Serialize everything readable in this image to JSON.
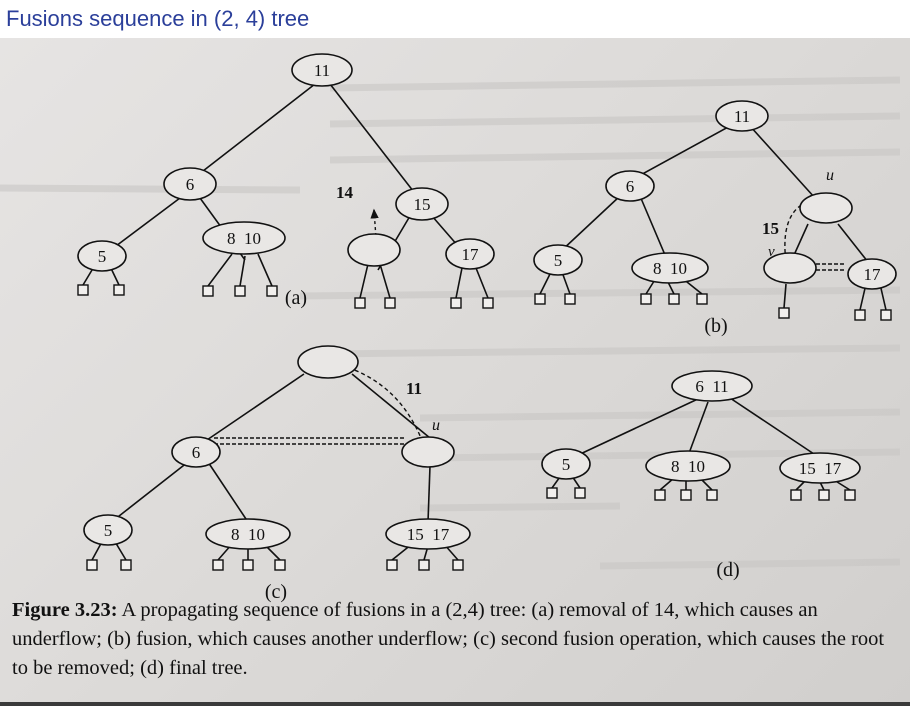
{
  "slide": {
    "title": "Fusions sequence in (2, 4) tree",
    "title_color": "#2b3f9a"
  },
  "figure": {
    "panels": [
      {
        "id": "a",
        "label": "(a)",
        "nodes": [
          {
            "id": "a-root",
            "keys": "11"
          },
          {
            "id": "a-6",
            "keys": "6"
          },
          {
            "id": "a-15",
            "keys": "15"
          },
          {
            "id": "a-5",
            "keys": "5"
          },
          {
            "id": "a-8-10",
            "keys": "8  10"
          },
          {
            "id": "a-empty",
            "keys": ""
          },
          {
            "id": "a-17",
            "keys": "17"
          }
        ],
        "annotations": [
          "14"
        ]
      },
      {
        "id": "b",
        "label": "(b)",
        "nodes": [
          {
            "id": "b-root",
            "keys": "11"
          },
          {
            "id": "b-6",
            "keys": "6"
          },
          {
            "id": "b-u",
            "keys": ""
          },
          {
            "id": "b-5",
            "keys": "5"
          },
          {
            "id": "b-8-10",
            "keys": "8  10"
          },
          {
            "id": "b-v",
            "keys": ""
          },
          {
            "id": "b-17",
            "keys": "17"
          }
        ],
        "annotations": [
          "u",
          "15",
          "v"
        ]
      },
      {
        "id": "c",
        "label": "(c)",
        "nodes": [
          {
            "id": "c-root",
            "keys": ""
          },
          {
            "id": "c-6",
            "keys": "6"
          },
          {
            "id": "c-u",
            "keys": ""
          },
          {
            "id": "c-5",
            "keys": "5"
          },
          {
            "id": "c-8-10",
            "keys": "8  10"
          },
          {
            "id": "c-15-17",
            "keys": "15  17"
          }
        ],
        "annotations": [
          "11",
          "u"
        ]
      },
      {
        "id": "d",
        "label": "(d)",
        "nodes": [
          {
            "id": "d-root",
            "keys": "6  11"
          },
          {
            "id": "d-5",
            "keys": "5"
          },
          {
            "id": "d-8-10",
            "keys": "8  10"
          },
          {
            "id": "d-15-17",
            "keys": "15  17"
          }
        ]
      }
    ],
    "caption": {
      "label": "Figure 3.23:",
      "text": "A propagating sequence of fusions in a (2,4) tree: (a) removal of 14, which causes an underflow; (b) fusion, which causes another underflow; (c) second fusion operation, which causes the root to be removed; (d) final tree."
    }
  }
}
